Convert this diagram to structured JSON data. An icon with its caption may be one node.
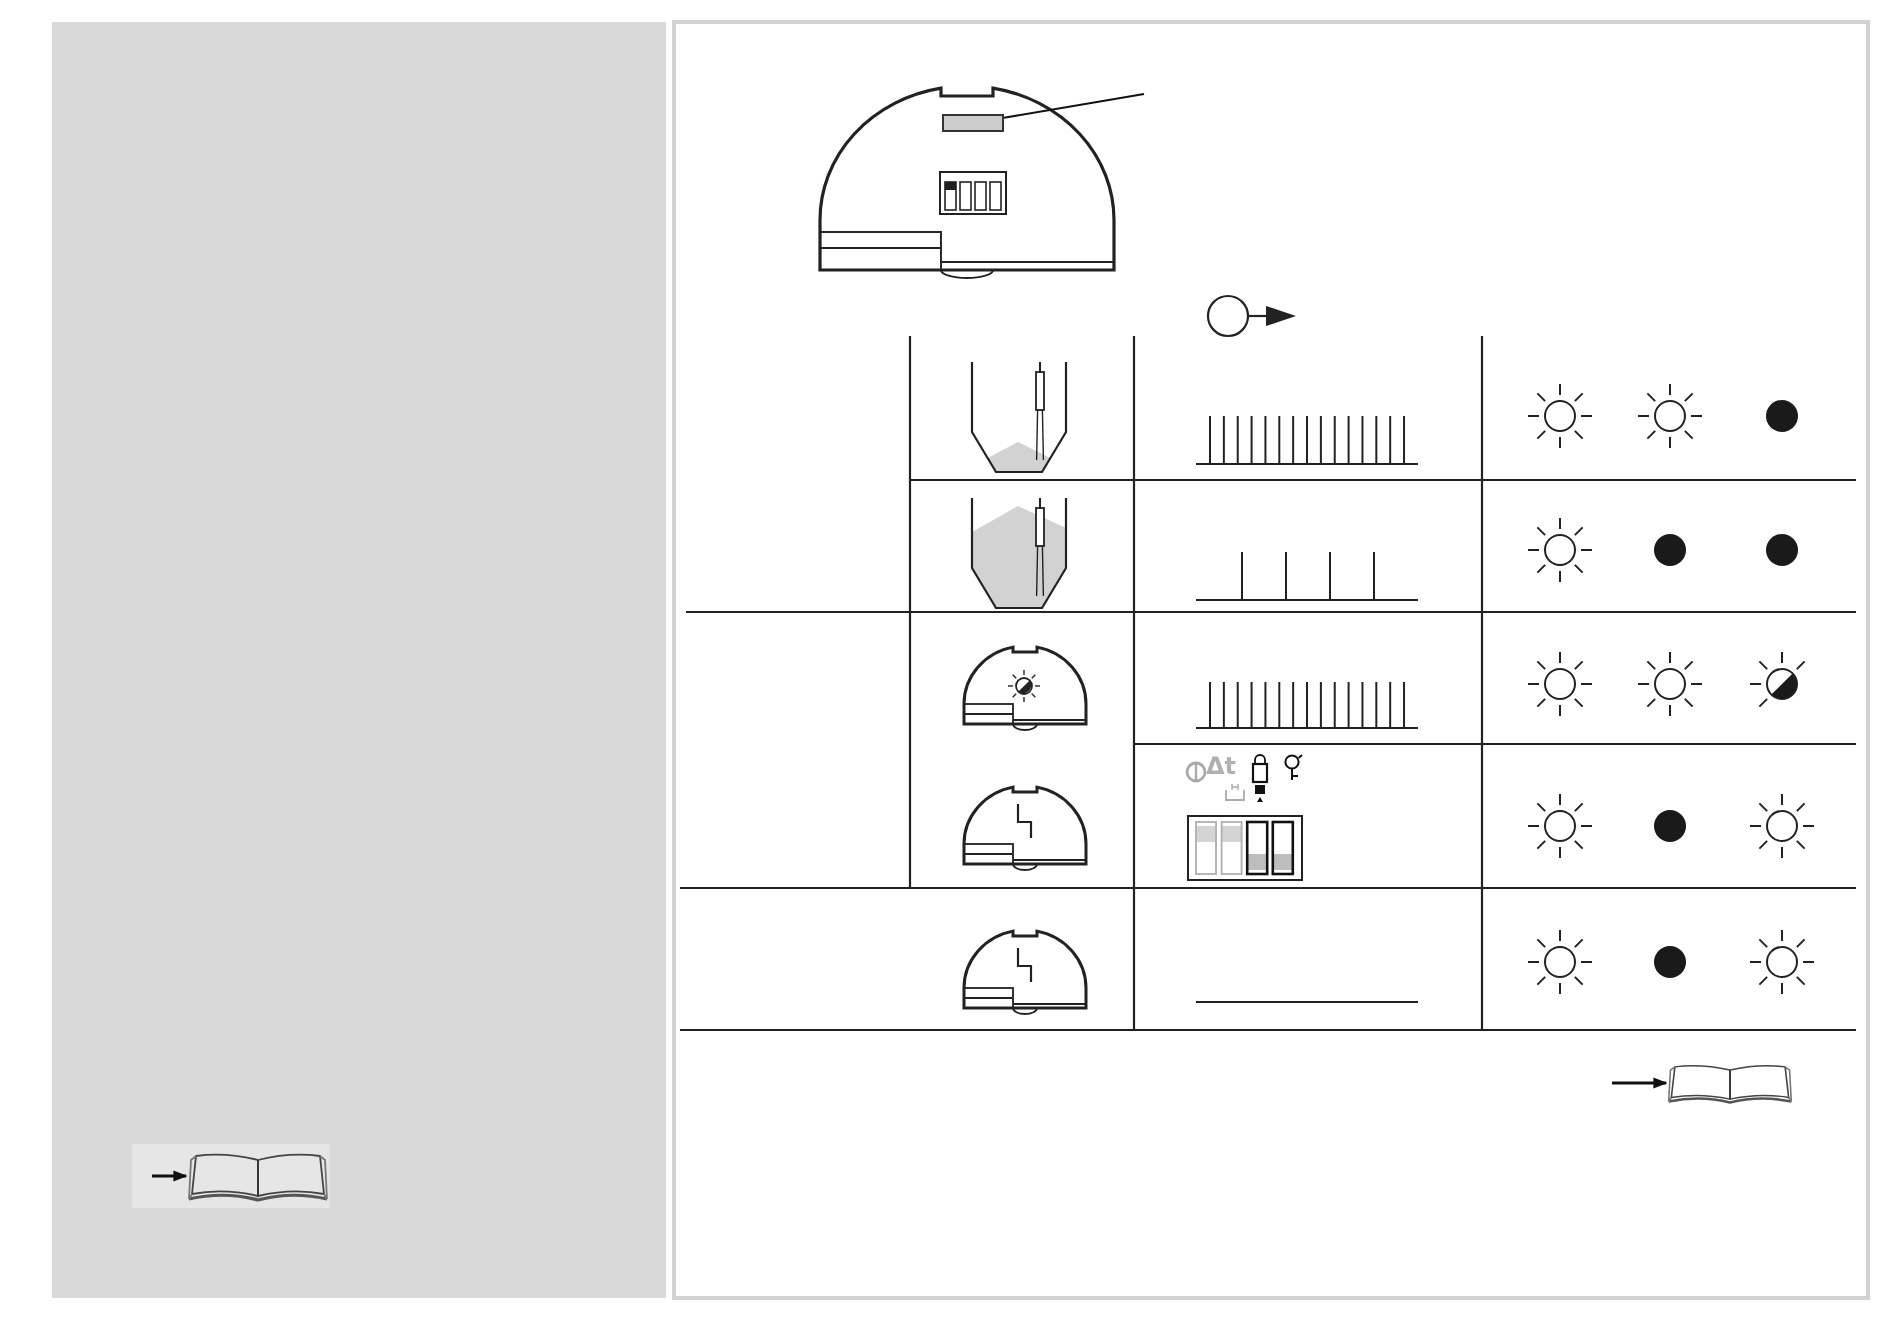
{
  "diagram": {
    "nodes": [
      {
        "text": [],
        "shape": "box"
      },
      {
        "text": [],
        "shape": "picture"
      },
      {
        "text": [],
        "shape": "picture"
      }
    ],
    "edges": [
      {
        "from": null,
        "to": 0,
        "arrow": "none"
      },
      {
        "from": null,
        "to": 1,
        "arrow": "to"
      },
      {
        "from": null,
        "to": 2,
        "arrow": "to"
      }
    ],
    "labels": [
      "Δt"
    ]
  }
}
